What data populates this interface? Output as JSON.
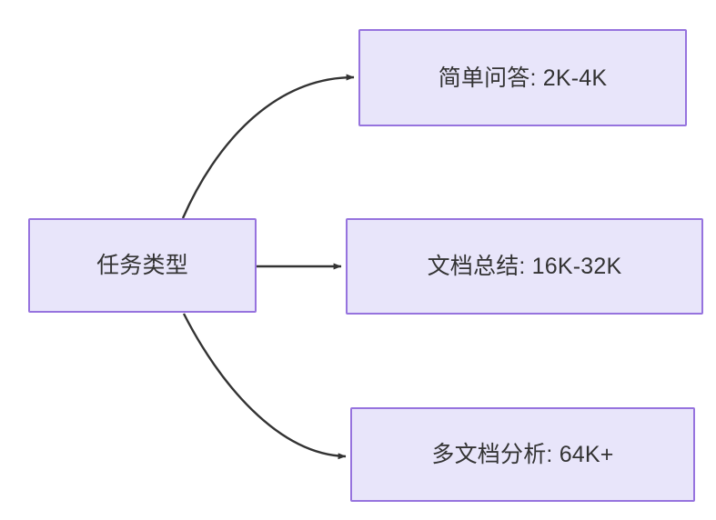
{
  "diagram": {
    "type": "flowchart",
    "direction": "left-to-right",
    "background_color": "#ffffff",
    "node_fill_color": "#e8e5fa",
    "node_border_color": "#9673de",
    "node_text_color": "#333333",
    "edge_color": "#333333",
    "nodes": [
      {
        "id": "source",
        "label": "任务类型",
        "role": "root"
      },
      {
        "id": "task-1",
        "label": "简单问答: 2K-4K",
        "role": "leaf"
      },
      {
        "id": "task-2",
        "label": "文档总结: 16K-32K",
        "role": "leaf"
      },
      {
        "id": "task-3",
        "label": "多文档分析: 64K+",
        "role": "leaf"
      }
    ],
    "edges": [
      {
        "id": "edge-source-task-1",
        "from": "source",
        "to": "task-1",
        "label": "",
        "style": "curved",
        "arrowhead": "filled-triangle"
      },
      {
        "id": "edge-source-task-2",
        "from": "source",
        "to": "task-2",
        "label": "",
        "style": "straight",
        "arrowhead": "filled-triangle"
      },
      {
        "id": "edge-source-task-3",
        "from": "source",
        "to": "task-3",
        "label": "",
        "style": "curved",
        "arrowhead": "filled-triangle"
      }
    ]
  }
}
